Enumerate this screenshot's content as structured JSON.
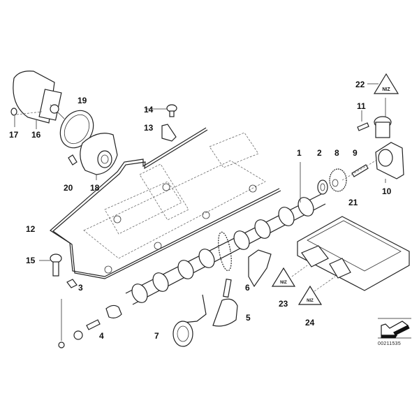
{
  "diagram": {
    "title": "Camshaft / VANOS exploded parts diagram",
    "reference_number": "00211535",
    "callouts": [
      {
        "id": "1",
        "part": "camshaft"
      },
      {
        "id": "2",
        "part": "bearing-ring"
      },
      {
        "id": "3",
        "part": "pipe-fitting-nut"
      },
      {
        "id": "4",
        "part": "bolt-and-nut"
      },
      {
        "id": "5",
        "part": "sensor-bracket"
      },
      {
        "id": "6",
        "part": "camshaft-sensor"
      },
      {
        "id": "7",
        "part": "coil-sensor"
      },
      {
        "id": "8",
        "part": "gear-wheel"
      },
      {
        "id": "9",
        "part": "bolt"
      },
      {
        "id": "10",
        "part": "solenoid-valve-housing"
      },
      {
        "id": "11",
        "part": "screw"
      },
      {
        "id": "12",
        "part": "oil-pipe"
      },
      {
        "id": "13",
        "part": "clip"
      },
      {
        "id": "14",
        "part": "cap-bolt"
      },
      {
        "id": "15",
        "part": "banjo-bolt"
      },
      {
        "id": "16",
        "part": "actuator-motor"
      },
      {
        "id": "17",
        "part": "screw"
      },
      {
        "id": "18",
        "part": "housing-cover"
      },
      {
        "id": "19",
        "part": "gasket-ring"
      },
      {
        "id": "20",
        "part": "screw"
      },
      {
        "id": "21",
        "part": "bolt-set"
      },
      {
        "id": "22",
        "part": "warning-label"
      },
      {
        "id": "23",
        "part": "warning-label"
      },
      {
        "id": "24",
        "part": "warning-label"
      }
    ],
    "warning_symbol_text": "NIZ"
  }
}
